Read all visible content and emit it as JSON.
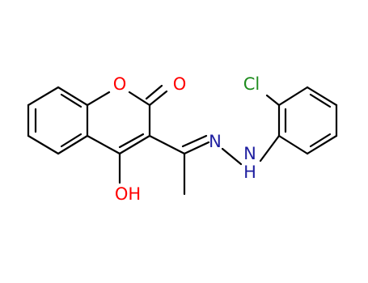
{
  "molecule": {
    "atoms": {
      "ring_oxygen": {
        "symbol": "O",
        "color": "#ff0000"
      },
      "carbonyl_oxygen": {
        "symbol": "O",
        "color": "#ff0000"
      },
      "hydroxyl": {
        "symbol": "OH",
        "color": "#ff0000"
      },
      "imine_nitrogen": {
        "symbol": "N",
        "color": "#1e1ea0"
      },
      "amine_nitrogen": {
        "symbol": "N",
        "color": "#1e1ea0"
      },
      "amine_hydrogen": {
        "symbol": "H",
        "color": "#1e1ea0"
      },
      "chlorine": {
        "symbol": "Cl",
        "color": "#1e8c1e"
      }
    },
    "bond_color": "#000000"
  }
}
